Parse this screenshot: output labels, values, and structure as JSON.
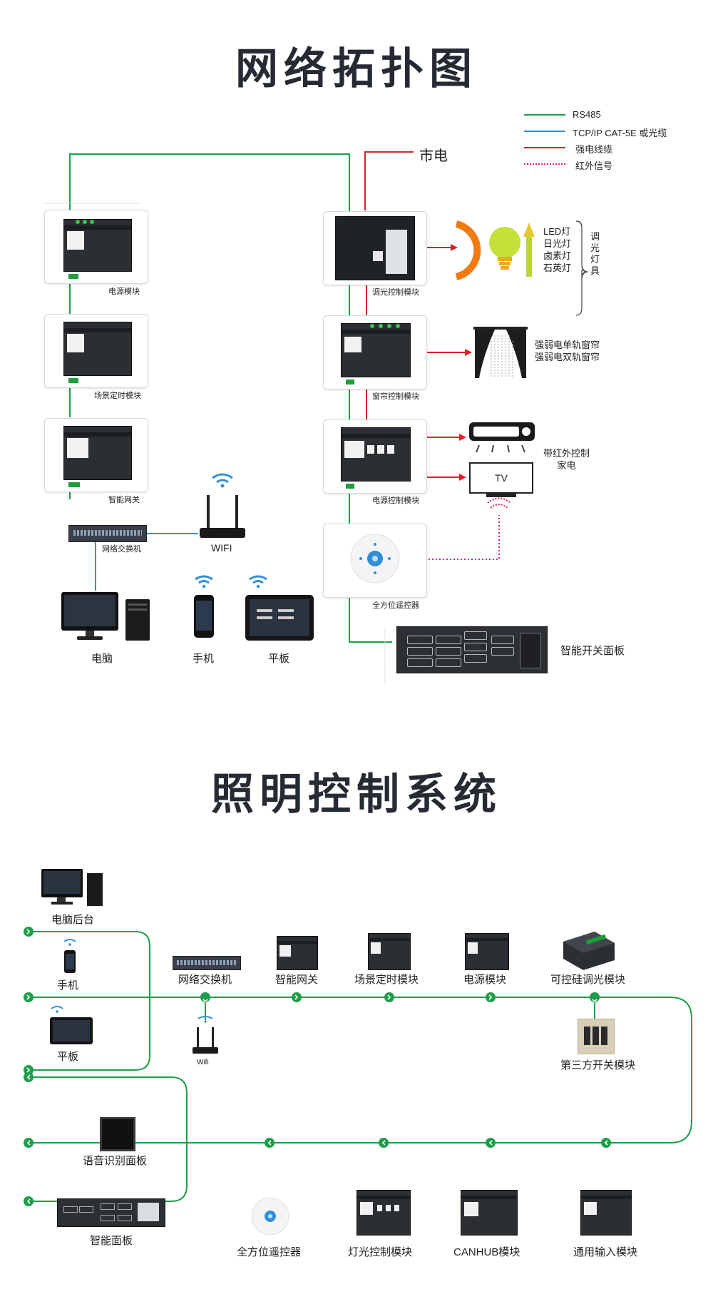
{
  "section1": {
    "title": "网络拓扑图",
    "legend": [
      {
        "label": "RS485",
        "color": "#1e9e4b",
        "style": "solid"
      },
      {
        "label": "TCP/IP  CAT-5E 或光缆",
        "color": "#2f8fd8",
        "style": "solid"
      },
      {
        "label": "强电线缆",
        "color": "#d9232a",
        "style": "solid"
      },
      {
        "label": "红外信号",
        "color": "#d9237a",
        "style": "dotted"
      }
    ],
    "mains_label": "市电",
    "left_modules": [
      "电源模块",
      "场景定时模块",
      "智能网关"
    ],
    "switch_label": "网络交换机",
    "wifi_label": "WIFI",
    "devices": [
      "电脑",
      "手机",
      "平板"
    ],
    "right_modules": [
      "调光控制模块",
      "窗帘控制模块",
      "电源控制模块",
      "全方位遥控器"
    ],
    "lamp_types": [
      "LED灯",
      "日光灯",
      "卤素灯",
      "石英灯"
    ],
    "lamp_group": "调光灯具",
    "curtain_labels": [
      "强弱电单轨窗帘",
      "强弱电双轨窗帘"
    ],
    "ir_appliances": [
      "带红外控制",
      "家电"
    ],
    "tv_label": "TV",
    "panel_label": "智能开关面板"
  },
  "section2": {
    "title": "照明控制系统",
    "left_top": [
      "电脑后台",
      "手机",
      "平板"
    ],
    "wifi_small": "Wifi",
    "top_chain": [
      "网络交换机",
      "智能网关",
      "场景定时模块",
      "电源模块",
      "可控硅调光模块"
    ],
    "third_party": "第三方开关模块",
    "left_bottom": [
      "语音识别面板",
      "智能面板"
    ],
    "bottom_chain": [
      "全方位遥控器",
      "灯光控制模块",
      "CANHUB模块",
      "通用输入模块"
    ]
  },
  "colors": {
    "rs485": "#1e9e4b",
    "tcp": "#2f8fd8",
    "power": "#d9232a",
    "infrared": "#d9237a",
    "title": "#262a33"
  }
}
